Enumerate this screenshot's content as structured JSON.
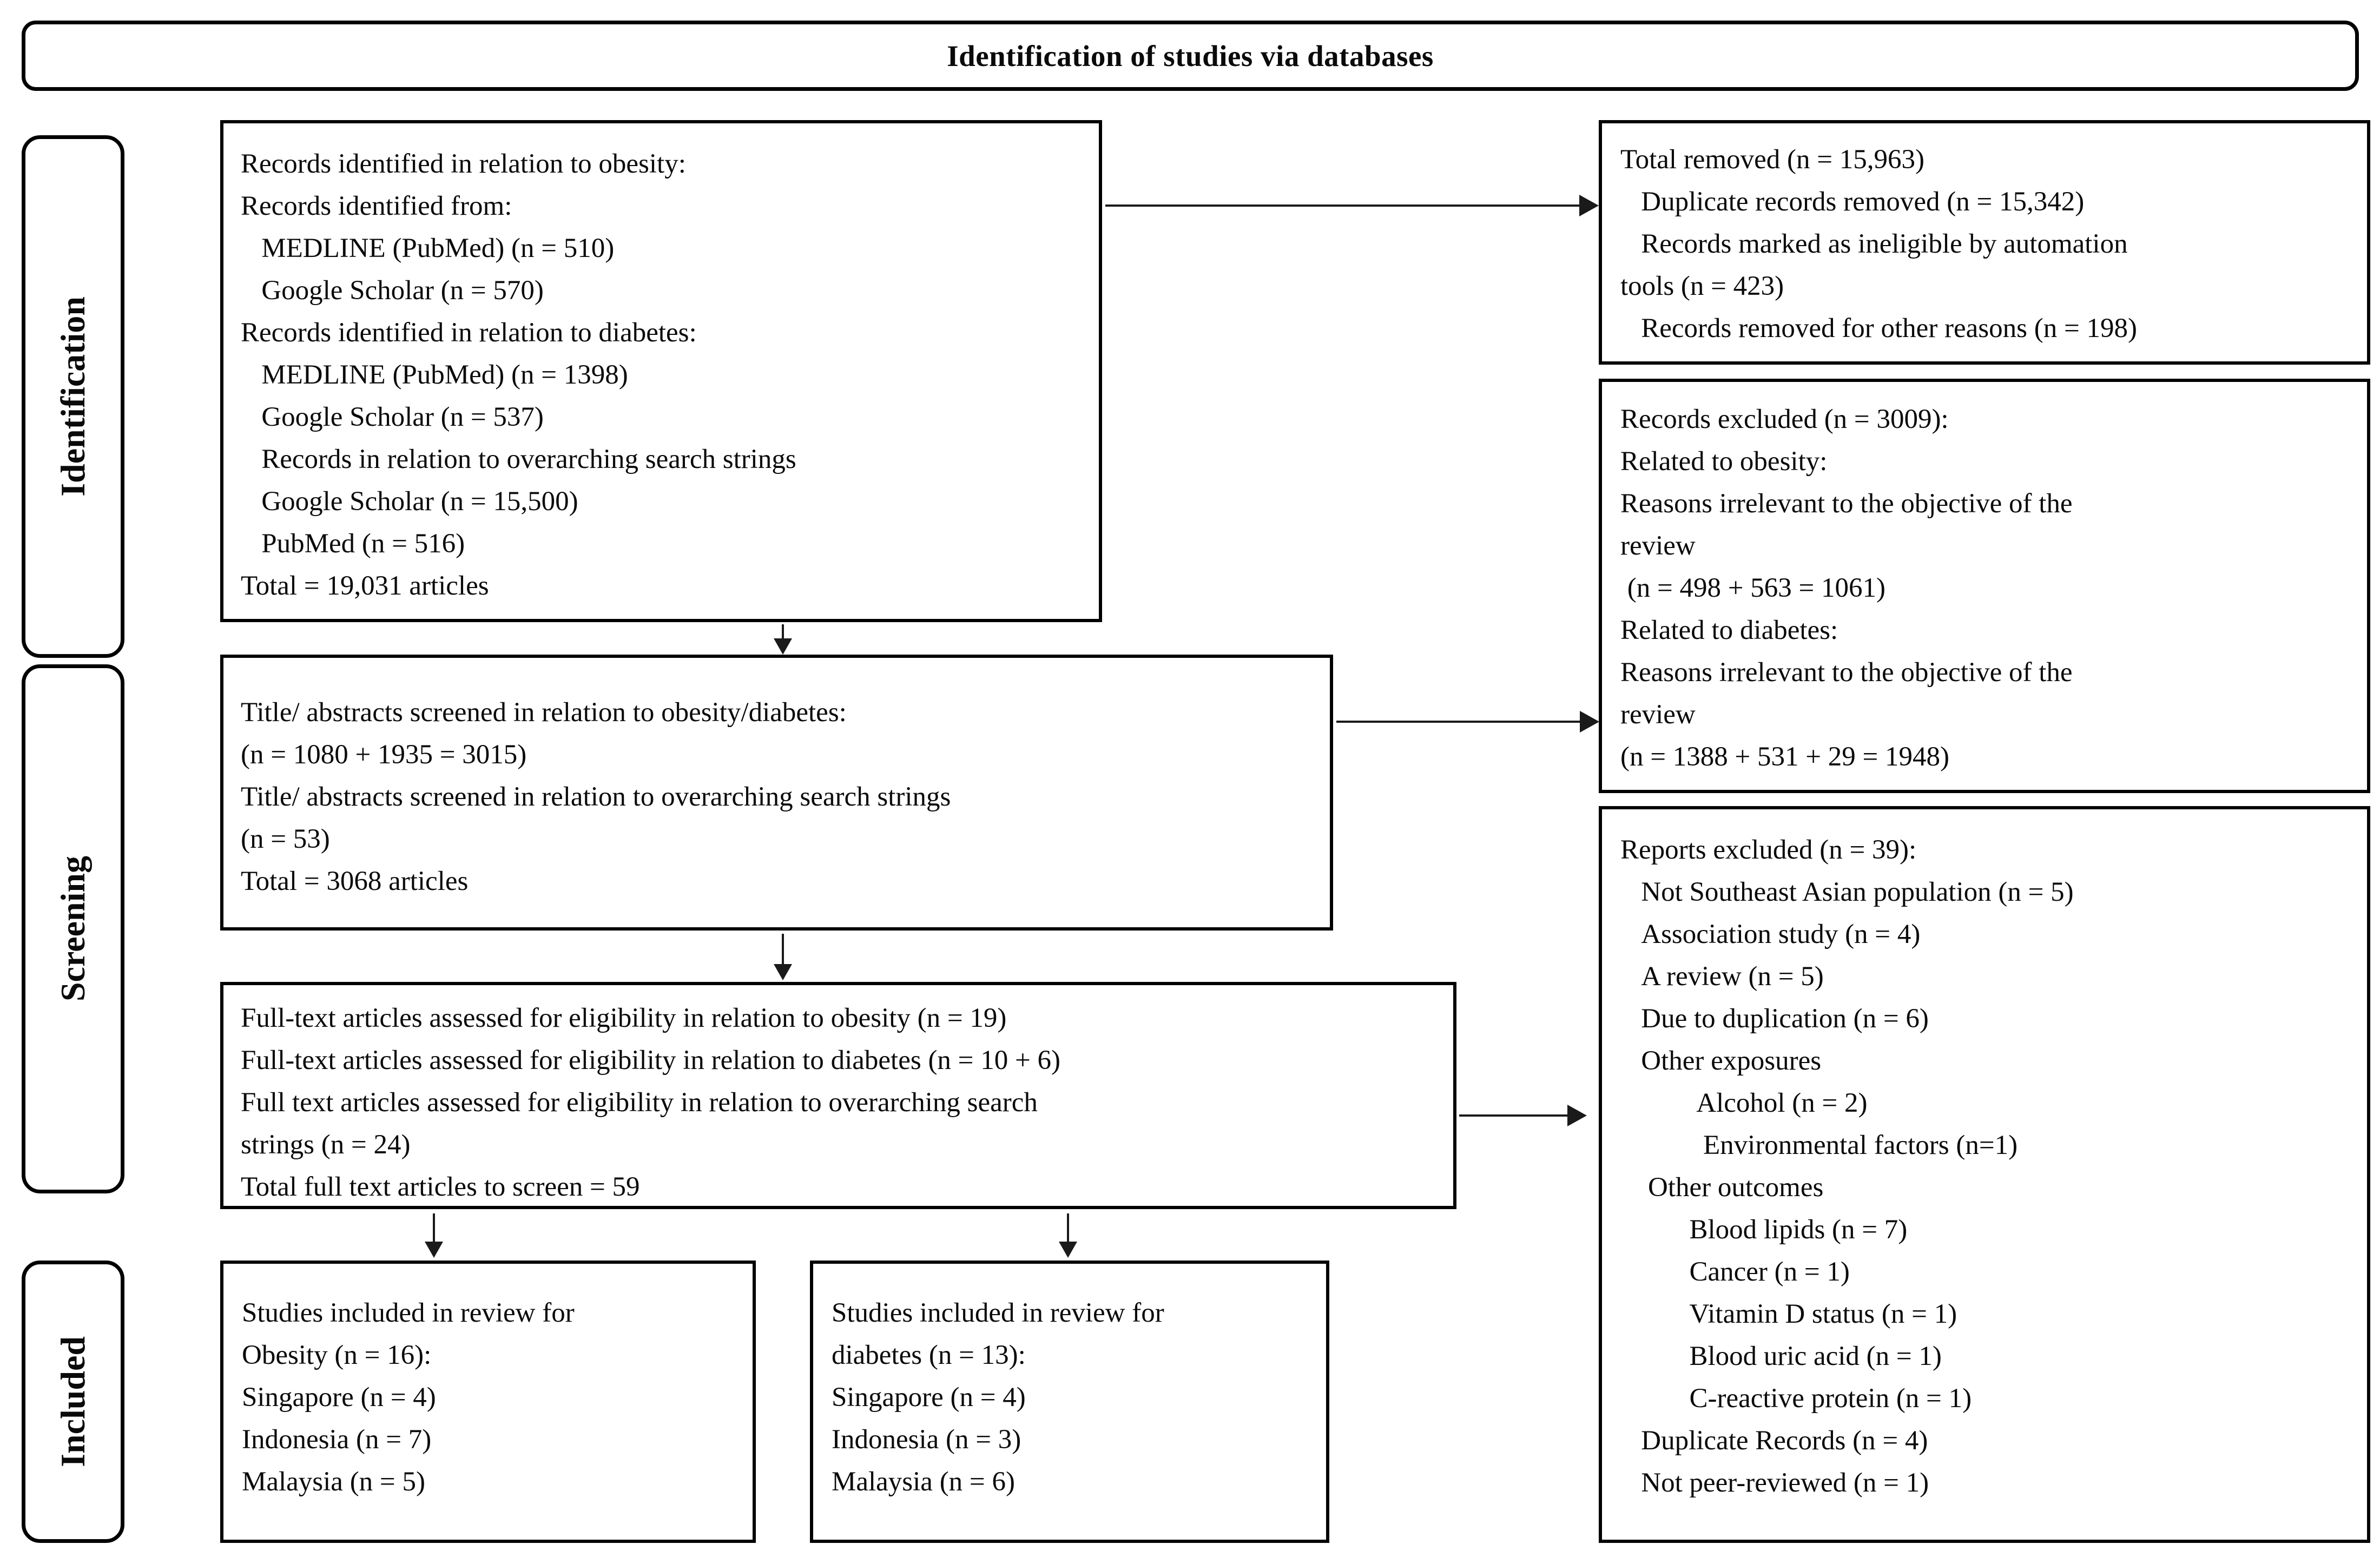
{
  "title": "Identification of studies via databases",
  "sidebar": {
    "stages": [
      {
        "id": "identification",
        "label": "Identification"
      },
      {
        "id": "screening",
        "label": "Screening"
      },
      {
        "id": "included",
        "label": "Included"
      }
    ]
  },
  "boxes": {
    "records_identified": {
      "lines": [
        "Records identified in relation to obesity:",
        "Records identified from:",
        "   MEDLINE (PubMed) (n = 510)",
        "   Google Scholar (n = 570)",
        "Records identified in relation to diabetes:",
        "   MEDLINE (PubMed) (n = 1398)",
        "   Google Scholar (n = 537)",
        "   Records in relation to overarching search strings",
        "   Google Scholar (n = 15,500)",
        "   PubMed (n = 516)",
        "Total = 19,031 articles"
      ]
    },
    "total_removed": {
      "lines": [
        "Total removed (n = 15,963)",
        "   Duplicate records removed (n = 15,342)",
        "   Records marked as ineligible by automation",
        "tools (n = 423)",
        "   Records removed for other reasons (n = 198)"
      ]
    },
    "records_excluded": {
      "lines": [
        "Records excluded (n = 3009):",
        "Related to obesity:",
        "Reasons irrelevant to the objective of the",
        "review",
        " (n = 498 + 563 = 1061)",
        "Related to diabetes:",
        "Reasons irrelevant to the objective of the",
        "review",
        "(n = 1388 + 531 + 29 = 1948)"
      ]
    },
    "title_abstracts_screened": {
      "lines": [
        "Title/ abstracts screened in relation to obesity/diabetes:",
        "(n = 1080 + 1935 = 3015)",
        "Title/ abstracts screened in relation to overarching search strings",
        "(n = 53)",
        "Total = 3068 articles"
      ]
    },
    "full_text_assessed": {
      "lines": [
        "Full-text articles assessed for eligibility in relation to obesity (n = 19)",
        "Full-text articles assessed for eligibility in relation to diabetes (n = 10 + 6)",
        "Full text articles assessed for eligibility in relation to overarching search",
        "strings (n = 24)",
        "Total full text articles to screen = 59"
      ]
    },
    "reports_excluded": {
      "lines": [
        "Reports excluded (n = 39):",
        "   Not Southeast Asian population (n = 5)",
        "   Association study (n = 4)",
        "   A review (n = 5)",
        "   Due to duplication (n = 6)",
        "   Other exposures",
        "           Alcohol (n = 2)",
        "            Environmental factors (n=1)",
        "    Other outcomes",
        "          Blood lipids (n = 7)",
        "          Cancer (n = 1)",
        "          Vitamin D status (n = 1)",
        "          Blood uric acid (n = 1)",
        "          C-reactive protein (n = 1)",
        "   Duplicate Records (n = 4)",
        "   Not peer-reviewed (n = 1)"
      ]
    },
    "included_obesity": {
      "lines": [
        "Studies included in review for",
        "Obesity (n = 16):",
        "Singapore (n = 4)",
        "Indonesia (n = 7)",
        "Malaysia (n = 5)"
      ]
    },
    "included_diabetes": {
      "lines": [
        "Studies included in review for",
        "diabetes (n = 13):",
        "Singapore (n = 4)",
        "Indonesia (n = 3)",
        "Malaysia (n = 6)"
      ]
    }
  }
}
